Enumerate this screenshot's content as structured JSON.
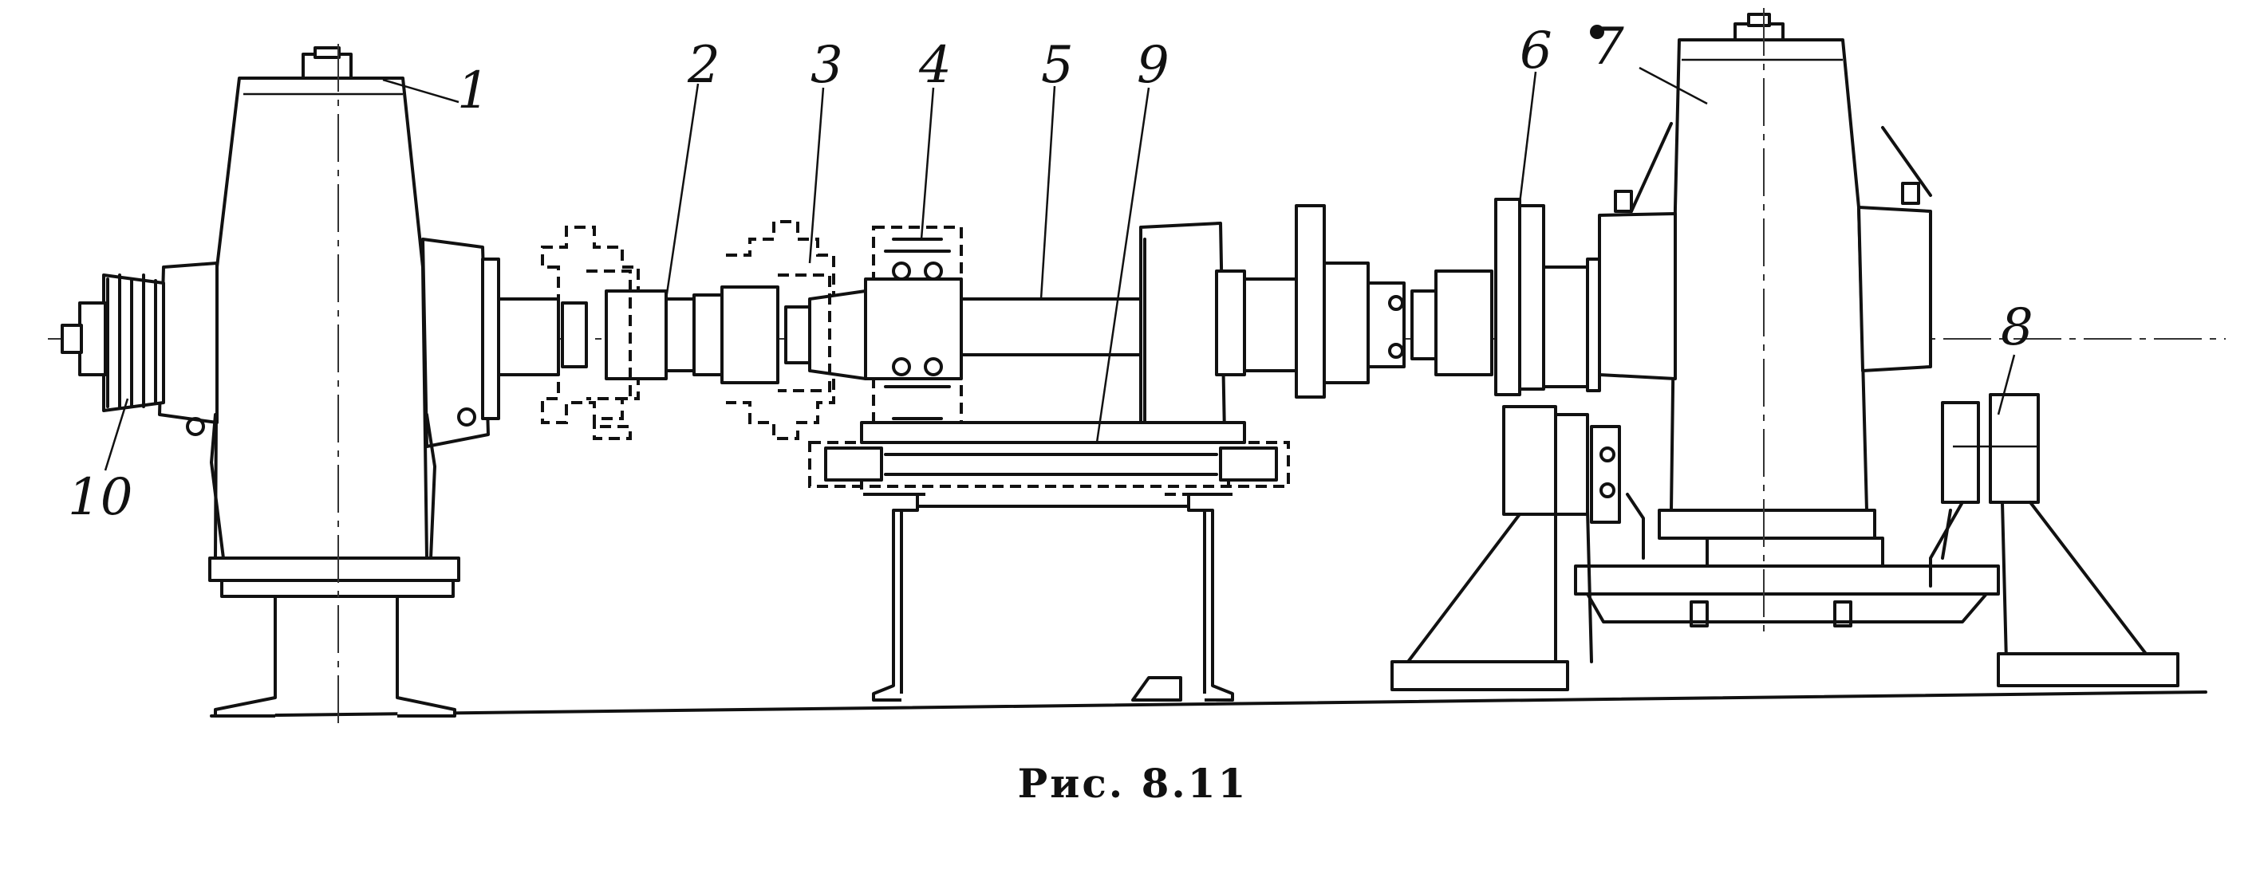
{
  "figure": {
    "caption": "Рис. 8.11",
    "callouts": [
      {
        "id": "1",
        "text": "1"
      },
      {
        "id": "2",
        "text": "2"
      },
      {
        "id": "3",
        "text": "3"
      },
      {
        "id": "4",
        "text": "4"
      },
      {
        "id": "5",
        "text": "5"
      },
      {
        "id": "9",
        "text": "9"
      },
      {
        "id": "6",
        "text": "6"
      },
      {
        "id": "7",
        "text": "7"
      },
      {
        "id": "8",
        "text": "8"
      },
      {
        "id": "10",
        "text": "10"
      }
    ]
  }
}
